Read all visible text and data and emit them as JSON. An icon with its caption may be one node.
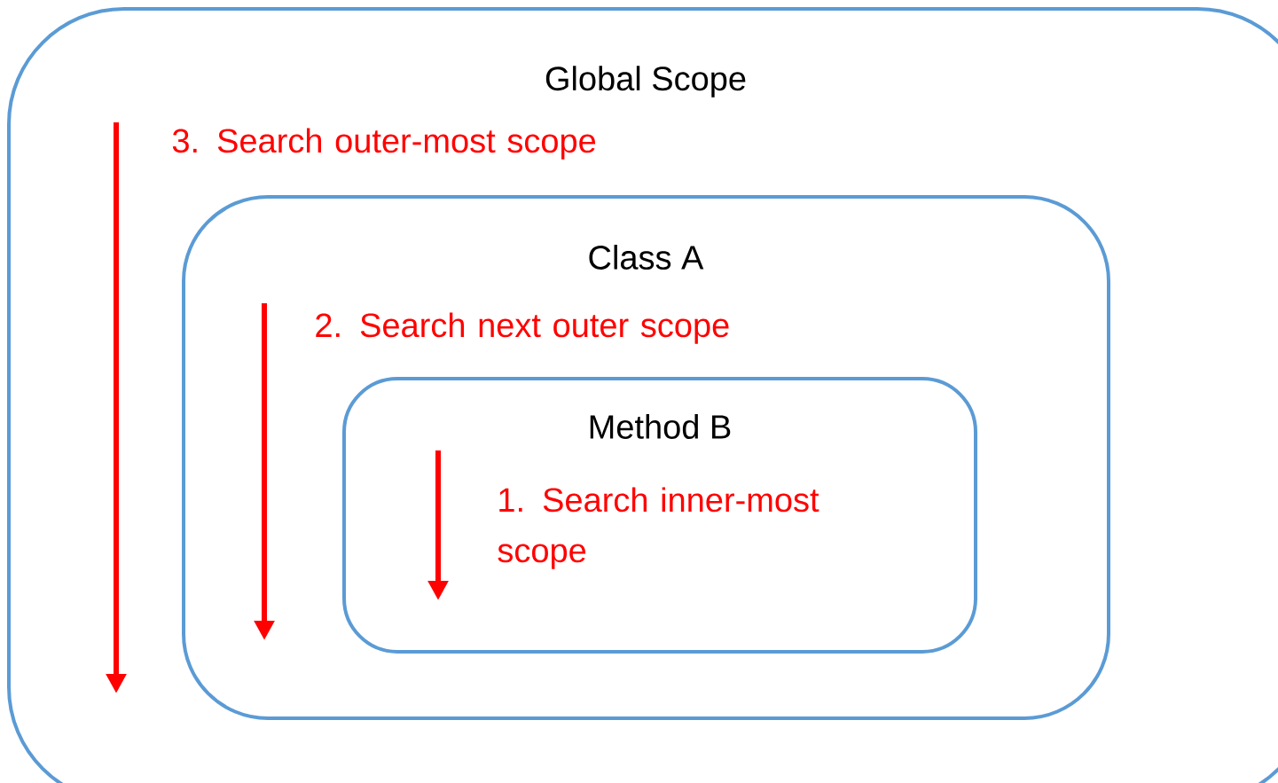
{
  "diagram": {
    "nodes": [
      {
        "text": [
          "Global Scope",
          "3. Search outer-most scope"
        ]
      },
      {
        "text": [
          "Class A",
          "2. Search next outer scope"
        ],
        "in": 0
      },
      {
        "text": [
          "Method B",
          "1. Search inner-most scope"
        ],
        "in": 1
      }
    ]
  }
}
